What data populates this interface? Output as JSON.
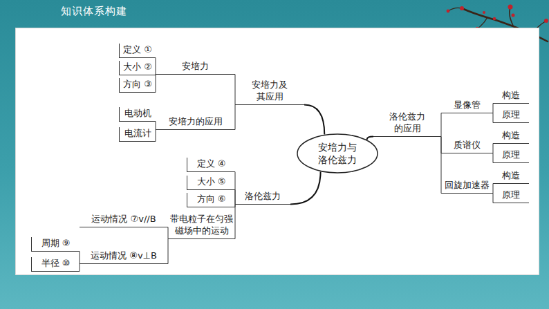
{
  "diagram": {
    "title": "知识体系构建",
    "nodes": [
      {
        "text": [
          "安培力与 洛伦兹力"
        ]
      },
      {
        "text": [
          "安培力及 其应用"
        ]
      },
      {
        "text": [
          "安培力"
        ]
      },
      {
        "text": [
          "定义 ①"
        ]
      },
      {
        "text": [
          "大小 ②"
        ]
      },
      {
        "text": [
          "方向 ③"
        ]
      },
      {
        "text": [
          "安培力的应用"
        ]
      },
      {
        "text": [
          "电动机"
        ]
      },
      {
        "text": [
          "电流计"
        ]
      },
      {
        "text": [
          "洛伦兹力"
        ]
      },
      {
        "text": [
          "定义 ④"
        ]
      },
      {
        "text": [
          "大小 ⑤"
        ]
      },
      {
        "text": [
          "方向 ⑥"
        ]
      },
      {
        "text": [
          "带电粒子在匀强 磁场中的运动"
        ]
      },
      {
        "text": [
          "运动情况 ⑦v//B"
        ]
      },
      {
        "text": [
          "运动情况 ⑧v⊥B"
        ]
      },
      {
        "text": [
          "周期 ⑨"
        ]
      },
      {
        "text": [
          "半径 ⑩"
        ]
      },
      {
        "text": [
          "洛伦兹力 的应用"
        ]
      },
      {
        "text": [
          "显像管"
        ]
      },
      {
        "text": [
          "构造"
        ]
      },
      {
        "text": [
          "原理"
        ]
      },
      {
        "text": [
          "质谱仪"
        ]
      },
      {
        "text": [
          "构造"
        ]
      },
      {
        "text": [
          "原理"
        ]
      },
      {
        "text": [
          "回旋加速器"
        ]
      },
      {
        "text": [
          "构造"
        ]
      },
      {
        "text": [
          "原理"
        ]
      }
    ],
    "edges": [
      {
        "from": 0,
        "to": 1,
        "arrow": "none"
      },
      {
        "from": 1,
        "to": 2,
        "arrow": "none"
      },
      {
        "from": 2,
        "to": 3,
        "arrow": "none"
      },
      {
        "from": 2,
        "to": 4,
        "arrow": "none"
      },
      {
        "from": 2,
        "to": 5,
        "arrow": "none"
      },
      {
        "from": 1,
        "to": 6,
        "arrow": "none"
      },
      {
        "from": 6,
        "to": 7,
        "arrow": "none"
      },
      {
        "from": 6,
        "to": 8,
        "arrow": "none"
      },
      {
        "from": 0,
        "to": 9,
        "arrow": "none"
      },
      {
        "from": 9,
        "to": 10,
        "arrow": "none"
      },
      {
        "from": 9,
        "to": 11,
        "arrow": "none"
      },
      {
        "from": 9,
        "to": 12,
        "arrow": "none"
      },
      {
        "from": 9,
        "to": 13,
        "arrow": "none"
      },
      {
        "from": 13,
        "to": 14,
        "arrow": "none"
      },
      {
        "from": 13,
        "to": 15,
        "arrow": "none"
      },
      {
        "from": 15,
        "to": 16,
        "arrow": "none"
      },
      {
        "from": 15,
        "to": 17,
        "arrow": "none"
      },
      {
        "from": 0,
        "to": 18,
        "arrow": "none"
      },
      {
        "from": 18,
        "to": 19,
        "arrow": "none"
      },
      {
        "from": 19,
        "to": 20,
        "arrow": "none"
      },
      {
        "from": 19,
        "to": 21,
        "arrow": "none"
      },
      {
        "from": 18,
        "to": 22,
        "arrow": "none"
      },
      {
        "from": 22,
        "to": 23,
        "arrow": "none"
      },
      {
        "from": 22,
        "to": 24,
        "arrow": "none"
      },
      {
        "from": 18,
        "to": 25,
        "arrow": "none"
      },
      {
        "from": 25,
        "to": 26,
        "arrow": "none"
      },
      {
        "from": 25,
        "to": 27,
        "arrow": "none"
      }
    ]
  }
}
